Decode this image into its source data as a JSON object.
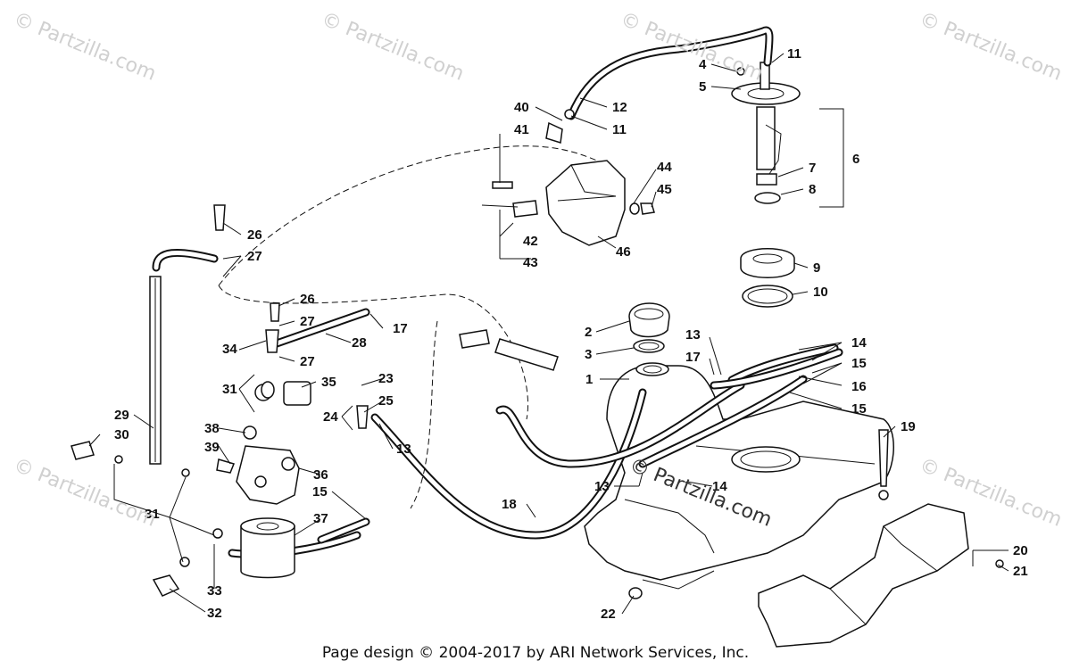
{
  "watermark": "© Partzilla.com",
  "footer": "Page design © 2004-2017 by ARI Network Services, Inc.",
  "callouts": [
    {
      "id": "c1",
      "text": "1"
    },
    {
      "id": "c2",
      "text": "2"
    },
    {
      "id": "c3",
      "text": "3"
    },
    {
      "id": "c4",
      "text": "4"
    },
    {
      "id": "c5",
      "text": "5"
    },
    {
      "id": "c6",
      "text": "6"
    },
    {
      "id": "c7",
      "text": "7"
    },
    {
      "id": "c8",
      "text": "8"
    },
    {
      "id": "c9",
      "text": "9"
    },
    {
      "id": "c10",
      "text": "10"
    },
    {
      "id": "c11a",
      "text": "11"
    },
    {
      "id": "c11b",
      "text": "11"
    },
    {
      "id": "c12",
      "text": "12"
    },
    {
      "id": "c13a",
      "text": "13"
    },
    {
      "id": "c13b",
      "text": "13"
    },
    {
      "id": "c13c",
      "text": "13"
    },
    {
      "id": "c14a",
      "text": "14"
    },
    {
      "id": "c14b",
      "text": "14"
    },
    {
      "id": "c15a",
      "text": "15"
    },
    {
      "id": "c15b",
      "text": "15"
    },
    {
      "id": "c15c",
      "text": "15"
    },
    {
      "id": "c16",
      "text": "16"
    },
    {
      "id": "c17a",
      "text": "17"
    },
    {
      "id": "c17b",
      "text": "17"
    },
    {
      "id": "c18",
      "text": "18"
    },
    {
      "id": "c19",
      "text": "19"
    },
    {
      "id": "c20",
      "text": "20"
    },
    {
      "id": "c21",
      "text": "21"
    },
    {
      "id": "c22",
      "text": "22"
    },
    {
      "id": "c23",
      "text": "23"
    },
    {
      "id": "c24",
      "text": "24"
    },
    {
      "id": "c25",
      "text": "25"
    },
    {
      "id": "c26a",
      "text": "26"
    },
    {
      "id": "c26b",
      "text": "26"
    },
    {
      "id": "c27a",
      "text": "27"
    },
    {
      "id": "c27b",
      "text": "27"
    },
    {
      "id": "c27c",
      "text": "27"
    },
    {
      "id": "c28",
      "text": "28"
    },
    {
      "id": "c29",
      "text": "29"
    },
    {
      "id": "c30",
      "text": "30"
    },
    {
      "id": "c31a",
      "text": "31"
    },
    {
      "id": "c31b",
      "text": "31"
    },
    {
      "id": "c32",
      "text": "32"
    },
    {
      "id": "c33",
      "text": "33"
    },
    {
      "id": "c34",
      "text": "34"
    },
    {
      "id": "c35",
      "text": "35"
    },
    {
      "id": "c36",
      "text": "36"
    },
    {
      "id": "c37",
      "text": "37"
    },
    {
      "id": "c38",
      "text": "38"
    },
    {
      "id": "c39",
      "text": "39"
    },
    {
      "id": "c40",
      "text": "40"
    },
    {
      "id": "c41",
      "text": "41"
    },
    {
      "id": "c42",
      "text": "42"
    },
    {
      "id": "c43",
      "text": "43"
    },
    {
      "id": "c44",
      "text": "44"
    },
    {
      "id": "c45",
      "text": "45"
    },
    {
      "id": "c46",
      "text": "46"
    }
  ]
}
